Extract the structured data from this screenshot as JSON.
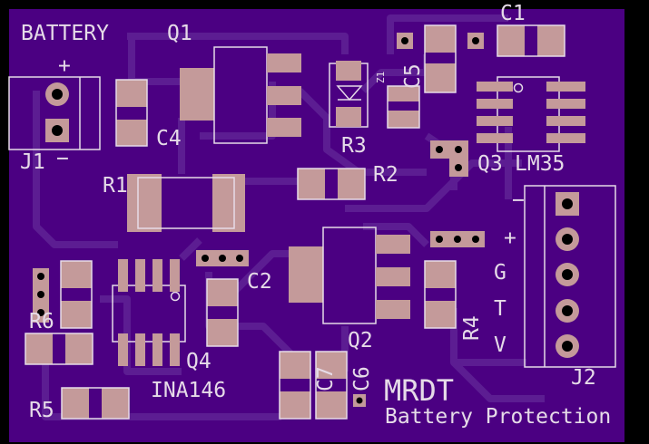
{
  "board": {
    "colors": {
      "background": "#000000",
      "board": "#4b0082",
      "trace": "#5c1d92",
      "pad": "#c49a9a",
      "silk": "#e6dbe8",
      "drill": "#000000"
    }
  },
  "labels": {
    "battery": "BATTERY",
    "q1": "Q1",
    "plus": "+",
    "minus": "−",
    "j1": "J1",
    "c4": "C4",
    "r1": "R1",
    "z1": "Z1",
    "r3": "R3",
    "c5": "C5",
    "c1": "C1",
    "r2": "R2",
    "q3": "Q3",
    "lm35": "LM35",
    "c2": "C2",
    "r6": "R6",
    "q4": "Q4",
    "ina146": "INA146",
    "r5": "R5",
    "c7": "C7",
    "c6": "C6",
    "q2": "Q2",
    "r4": "R4",
    "j2": "J2",
    "j2_minus": "−",
    "j2_plus": "+",
    "j2_g": "G",
    "j2_t": "T",
    "j2_v": "V",
    "mrdt": "MRDT",
    "title": "Battery Protection"
  }
}
